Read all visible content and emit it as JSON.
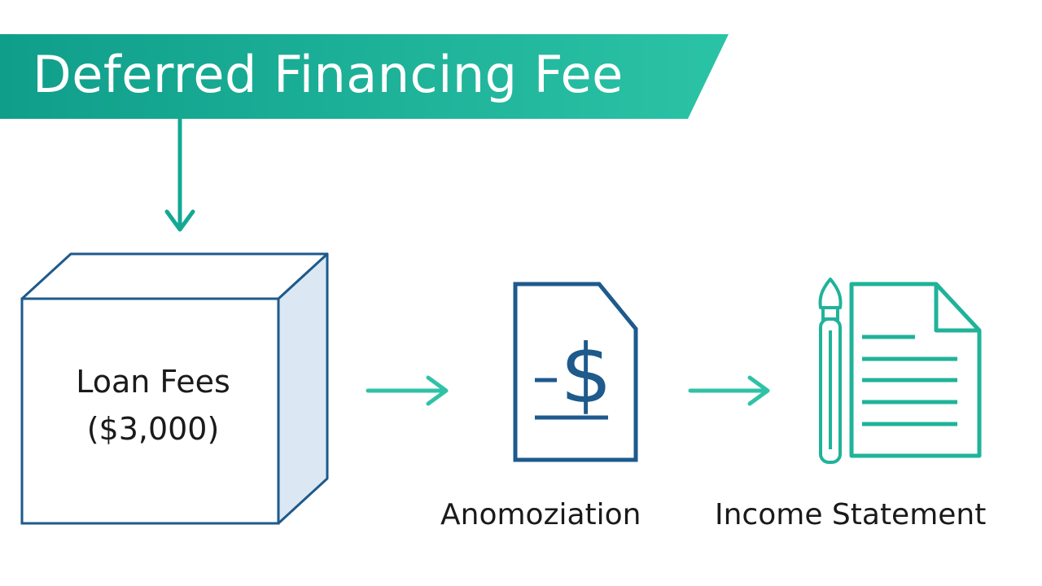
{
  "title": "Deferred Financing Fee",
  "box": {
    "label_line1": "Loan Fees",
    "label_line2": "($3,000)"
  },
  "steps": [
    {
      "label": "Anomoziation",
      "icon": "dollar-document-icon"
    },
    {
      "label": "Income Statement",
      "icon": "pen-document-icon"
    }
  ],
  "colors": {
    "teal": "#14a894",
    "teal_light": "#2fc2a6",
    "navy": "#1e5a8c",
    "box_side": "#dbe8f3"
  }
}
